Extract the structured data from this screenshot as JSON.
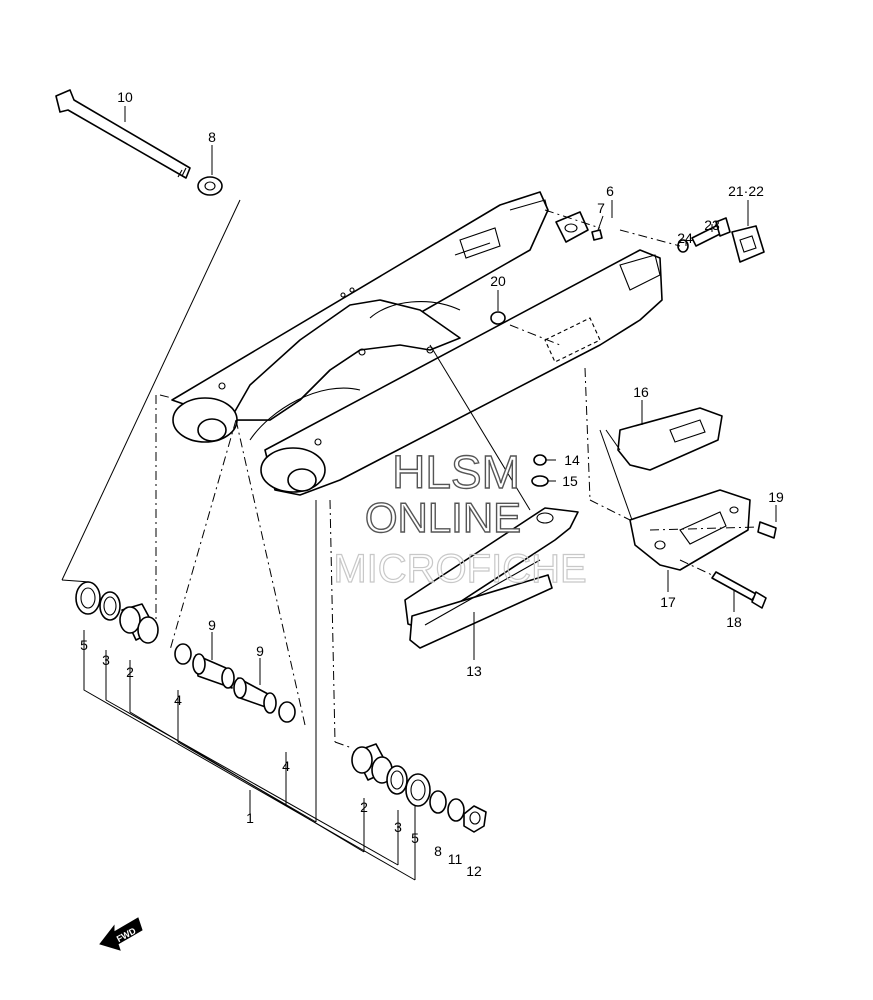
{
  "watermark": {
    "line1": "HLSM",
    "line2": "ONLINE",
    "line3": "MICROFICHE"
  },
  "direction_indicator": "FWD",
  "callouts": [
    {
      "id": "c10",
      "label": "10"
    },
    {
      "id": "c8a",
      "label": "8"
    },
    {
      "id": "c6",
      "label": "6"
    },
    {
      "id": "c7",
      "label": "7"
    },
    {
      "id": "c2122",
      "label": "21·22"
    },
    {
      "id": "c23",
      "label": "23"
    },
    {
      "id": "c24",
      "label": "24"
    },
    {
      "id": "c20",
      "label": "20"
    },
    {
      "id": "c16",
      "label": "16"
    },
    {
      "id": "c14",
      "label": "14"
    },
    {
      "id": "c15",
      "label": "15"
    },
    {
      "id": "c19",
      "label": "19"
    },
    {
      "id": "c17",
      "label": "17"
    },
    {
      "id": "c18",
      "label": "18"
    },
    {
      "id": "c13",
      "label": "13"
    },
    {
      "id": "c5a",
      "label": "5"
    },
    {
      "id": "c3a",
      "label": "3"
    },
    {
      "id": "c2a",
      "label": "2"
    },
    {
      "id": "c9a",
      "label": "9"
    },
    {
      "id": "c9b",
      "label": "9"
    },
    {
      "id": "c4a",
      "label": "4"
    },
    {
      "id": "c4b",
      "label": "4"
    },
    {
      "id": "c1",
      "label": "1"
    },
    {
      "id": "c2b",
      "label": "2"
    },
    {
      "id": "c3b",
      "label": "3"
    },
    {
      "id": "c5b",
      "label": "5"
    },
    {
      "id": "c8b",
      "label": "8"
    },
    {
      "id": "c11",
      "label": "11"
    },
    {
      "id": "c12",
      "label": "12"
    }
  ]
}
